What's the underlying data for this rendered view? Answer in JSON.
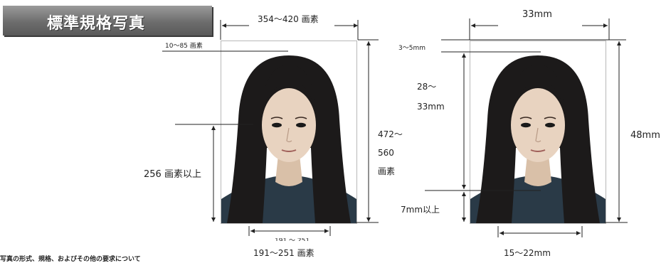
{
  "banner": {
    "title": "標準規格写真"
  },
  "pixel_spec": {
    "width": "354～420 画素",
    "top_margin": "10～85 画素",
    "eye_height": "256 画素以上",
    "height_l1": "472～",
    "height_l2": "560",
    "height_l3": "画素",
    "face_width": "191～251 画素",
    "partial_label": "191 ～ 251"
  },
  "mm_spec": {
    "width": "33mm",
    "top_margin": "3～5mm",
    "head_l1": "28～",
    "head_l2": "33mm",
    "height": "48mm",
    "chin_margin": "7mm以上",
    "face_width": "15～22mm"
  },
  "caption": "写真の形式、規格、およびその他の要求について"
}
